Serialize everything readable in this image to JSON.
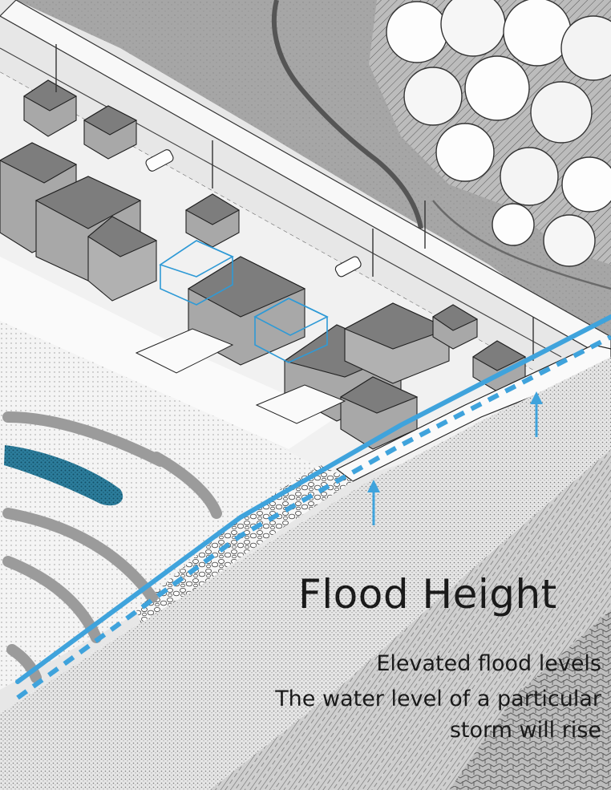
{
  "title": "Flood Height",
  "caption": {
    "line1": "Elevated flood levels",
    "line2": "The water level of a particular",
    "line3": "storm will rise"
  },
  "colors": {
    "flood_line": "#3fa3dc",
    "water": "#dcdcdc",
    "land": "#f2f2f2",
    "marsh": "#9e9e9e",
    "house_roof": "#7d7d7d",
    "house_wall": "#a8a8a8",
    "outline_highlight": "#2f9ad6",
    "eelgrass": "#1f6f8f"
  },
  "icons": [
    "flood-level-arrow-icon"
  ]
}
